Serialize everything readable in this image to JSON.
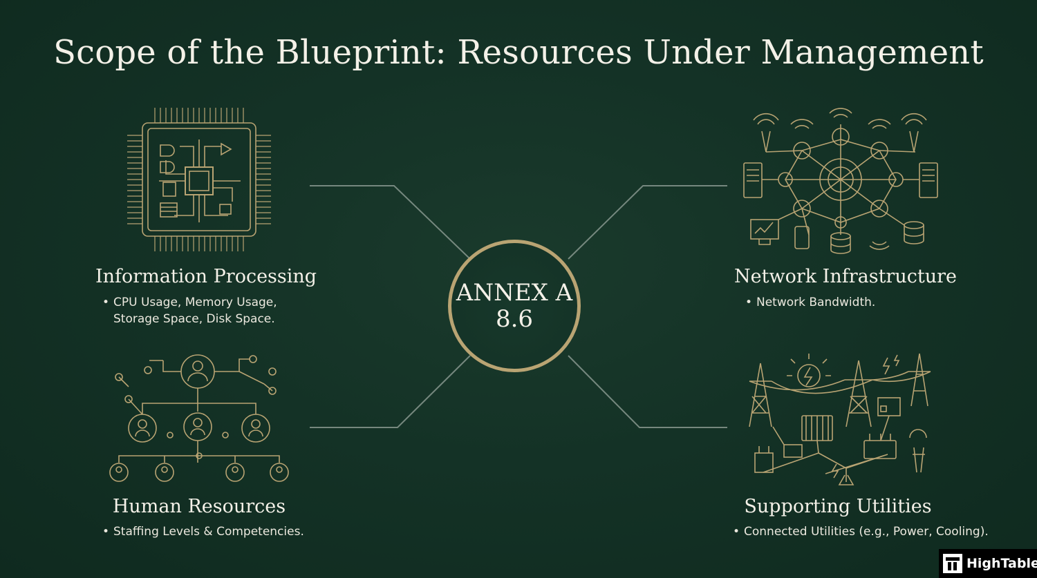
{
  "title": "Scope of the Blueprint: Resources Under Management",
  "hub": {
    "line1": "ANNEX A",
    "line2": "8.6"
  },
  "resources": {
    "information_processing": {
      "heading": "Information Processing",
      "bullets": [
        "CPU Usage, Memory Usage,",
        "Storage Space, Disk Space."
      ]
    },
    "network_infrastructure": {
      "heading": "Network Infrastructure",
      "bullets": [
        "Network Bandwidth."
      ]
    },
    "human_resources": {
      "heading": "Human Resources",
      "bullets": [
        "Staffing Levels & Competencies."
      ]
    },
    "supporting_utilities": {
      "heading": "Supporting Utilities",
      "bullets": [
        "Connected Utilities (e.g., Power, Cooling)."
      ]
    }
  },
  "icons": {
    "information_processing": "cpu-chip-icon",
    "network_infrastructure": "network-mesh-icon",
    "human_resources": "org-chart-icon",
    "supporting_utilities": "power-grid-icon"
  },
  "logo": {
    "text": "HighTable",
    "mark": "®"
  },
  "colors": {
    "background": "#143226",
    "accent_gold": "#b9a473",
    "line_gray": "#8f9e95",
    "text": "#f4f1e8"
  }
}
